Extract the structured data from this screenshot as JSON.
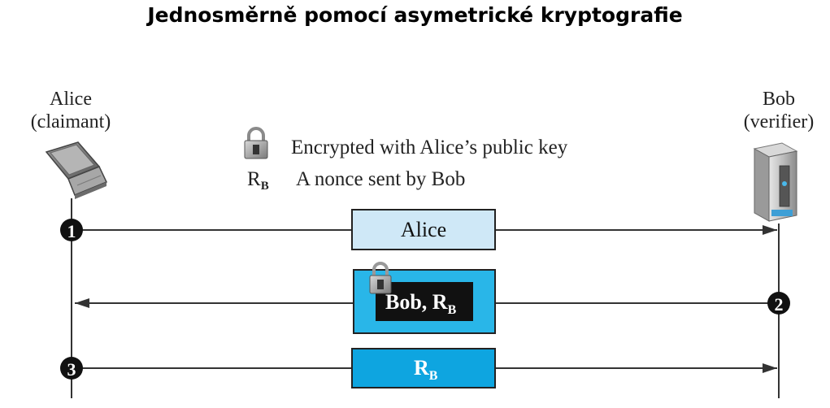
{
  "title": "Jednosměrně pomocí asymetrické kryptografie",
  "actors": {
    "alice": {
      "name": "Alice",
      "role": "(claimant)"
    },
    "bob": {
      "name": "Bob",
      "role": "(verifier)"
    }
  },
  "legend": {
    "lock_text": "Encrypted with Alice’s public key",
    "nonce_symbol": "R",
    "nonce_sub": "B",
    "nonce_text": "A nonce sent by Bob"
  },
  "messages": [
    {
      "step": "1",
      "label": "Alice",
      "sub": "",
      "direction": "alice-to-bob",
      "encrypted": false,
      "color": "#cfe8f7"
    },
    {
      "step": "2",
      "label": "Bob, R",
      "sub": "B",
      "direction": "bob-to-alice",
      "encrypted": true,
      "color": "#29b6e8"
    },
    {
      "step": "3",
      "label": "R",
      "sub": "B",
      "direction": "alice-to-bob",
      "encrypted": false,
      "color": "#0ea5e0"
    }
  ]
}
